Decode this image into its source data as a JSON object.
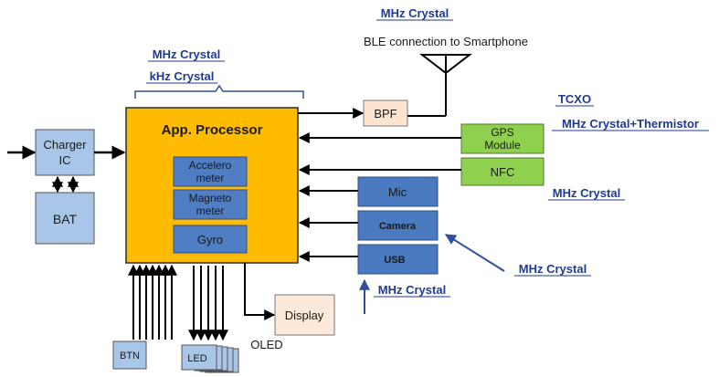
{
  "labels": {
    "top_crystal": "MHz Crystal",
    "ble": "BLE connection to Smartphone",
    "app_crystal_mhz": "MHz Crystal",
    "app_crystal_khz": "kHz Crystal",
    "tcxo": "TCXO",
    "gps_crystal": "MHz Crystal+Thermistor",
    "nfc_crystal": "MHz Crystal",
    "camera_crystal": "MHz Crystal",
    "usb_crystal": "MHz Crystal",
    "oled": "OLED"
  },
  "blocks": {
    "charger_line1": "Charger",
    "charger_line2": "IC",
    "bat": "BAT",
    "app_processor": "App. Processor",
    "accel_line1": "Accelero",
    "accel_line2": "meter",
    "magneto_line1": "Magneto",
    "magneto_line2": "meter",
    "gyro": "Gyro",
    "bpf": "BPF",
    "gps_line1": "GPS",
    "gps_line2": "Module",
    "nfc": "NFC",
    "mic": "Mic",
    "camera": "Camera",
    "usb": "USB",
    "display": "Display",
    "btn": "BTN",
    "led": "LED"
  },
  "colors": {
    "processor_fill": "#ffbb00",
    "processor_border": "#2b2b2b",
    "sensor_fill": "#4f7ec4",
    "peripheral_fill": "#4a7abf",
    "charger_fill": "#a9c6e8",
    "green_fill": "#8fd14f",
    "bpf_fill": "#fde4d0",
    "display_fill": "#fde9d9",
    "label_blue": "#1f3a93",
    "crystal_arrow": "#2f4ea1"
  }
}
